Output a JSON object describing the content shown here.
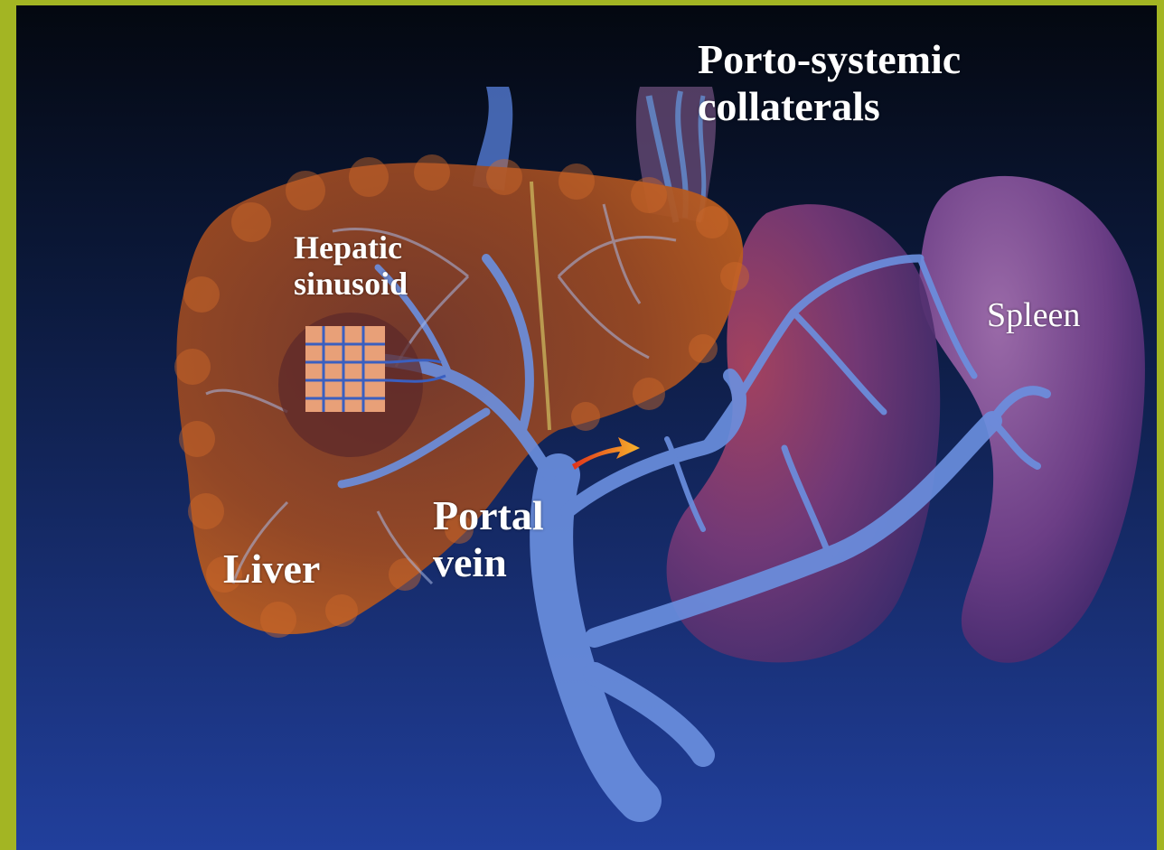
{
  "colors": {
    "border": "#a3b523",
    "background_top": "#050a16",
    "background_bottom": "#1f3c96",
    "liver": "#b5521f",
    "vein": "#5f86d8",
    "stomach": "#7a3d7a",
    "spleen": "#7a4c8e",
    "arrow": "#f07a1a",
    "label_text": "#ffffff"
  },
  "labels": {
    "collaterals_line1": "Porto-systemic",
    "collaterals_line2": "collaterals",
    "sinusoid_line1": "Hepatic",
    "sinusoid_line2": "sinusoid",
    "spleen": "Spleen",
    "portal_line1": "Portal",
    "portal_line2": "vein",
    "liver": "Liver"
  }
}
